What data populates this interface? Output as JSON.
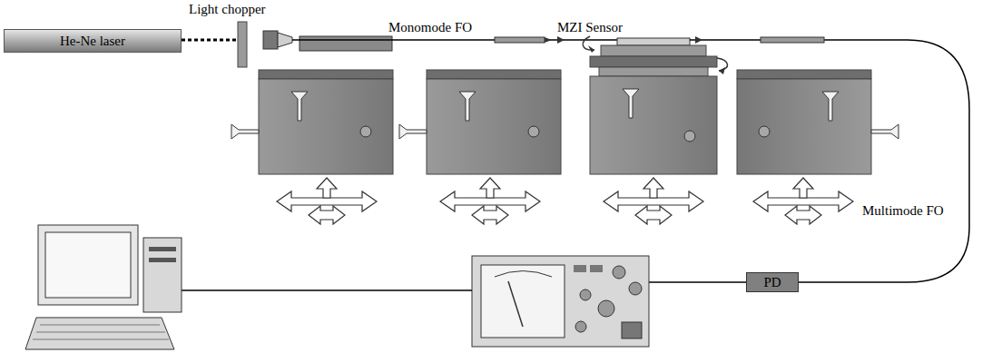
{
  "diagram": {
    "nodes": [
      {
        "text": [
          "He-Ne laser"
        ]
      },
      {
        "text": [
          "PD"
        ]
      }
    ],
    "labels": [
      "Light chopper",
      "Monomode FO",
      "MZI Sensor",
      "Multimode FO"
    ]
  }
}
